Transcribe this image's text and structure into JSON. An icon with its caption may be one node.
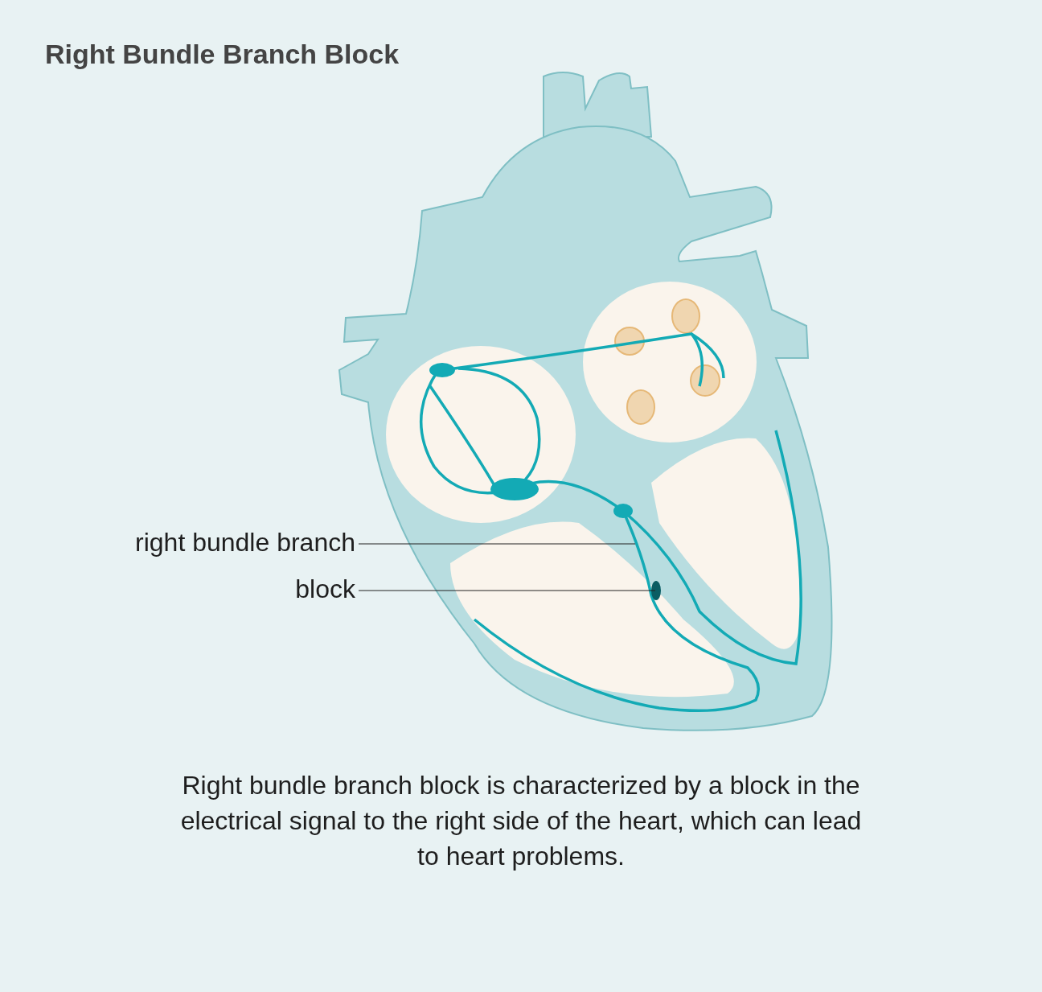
{
  "diagram": {
    "title": "Right Bundle Branch Block",
    "caption": "Right bundle branch block is characterized by a block in the electrical signal to the right side of the heart, which can lead to heart problems.",
    "nodes": [
      {
        "text": [
          "right bundle branch"
        ]
      },
      {
        "text": [
          "block"
        ]
      }
    ],
    "edges": [
      {
        "from": 0,
        "to": null,
        "arrow": "none"
      },
      {
        "from": 1,
        "to": null,
        "arrow": "none"
      }
    ]
  }
}
